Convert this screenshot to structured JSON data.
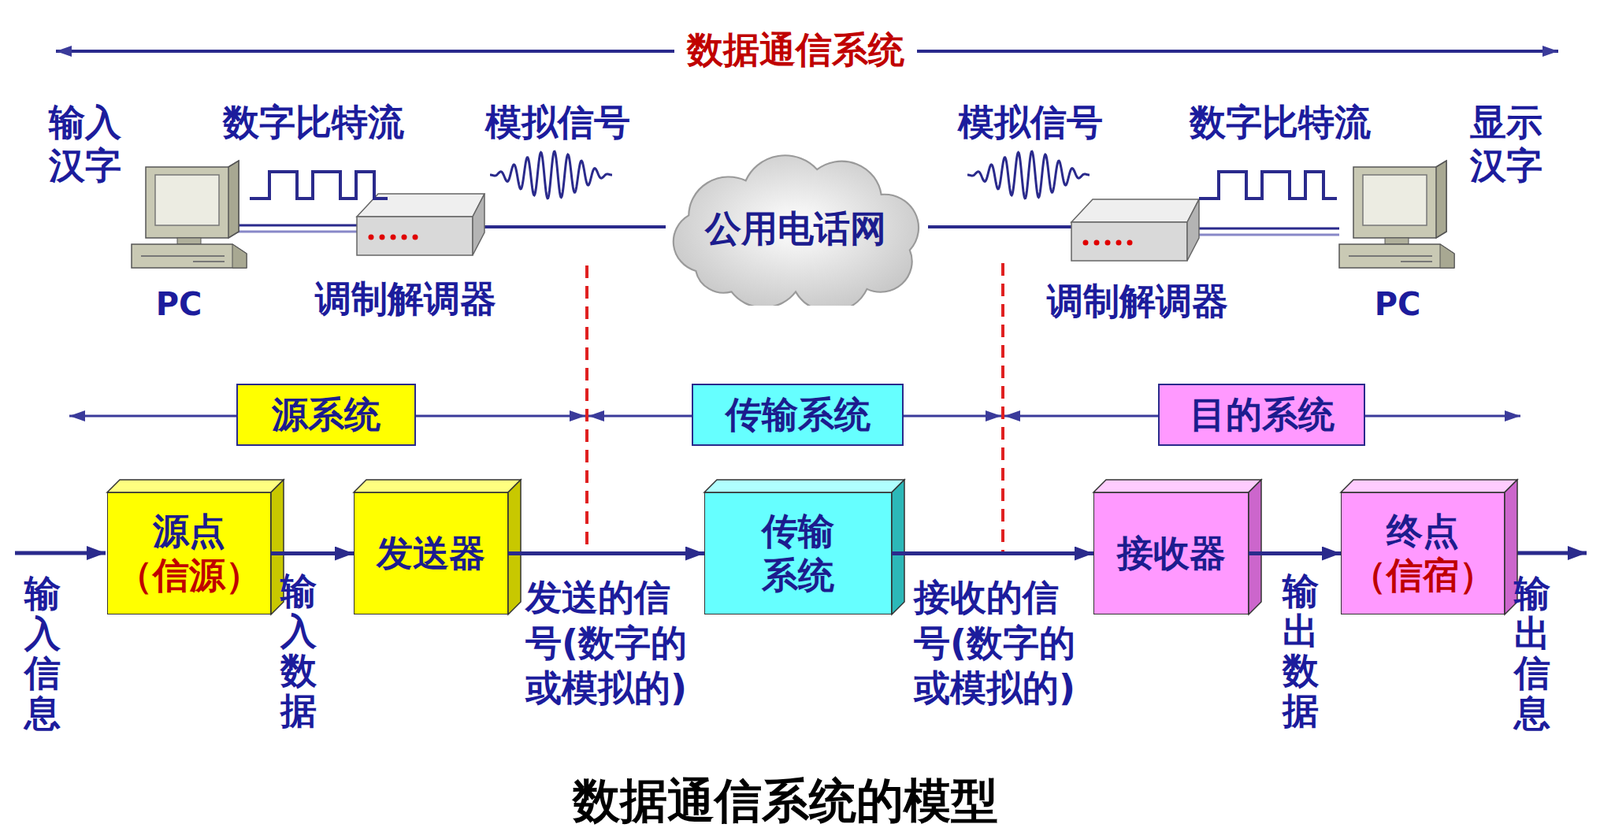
{
  "diagram": {
    "title": "数据通信系统",
    "caption": "数据通信系统的模型",
    "nodes": [
      {
        "text": [
          "公用电话网"
        ]
      },
      {
        "text": [
          "源系统"
        ]
      },
      {
        "text": [
          "传输系统"
        ]
      },
      {
        "text": [
          "目的系统"
        ]
      },
      {
        "text": [
          "源点",
          "（信源）"
        ]
      },
      {
        "text": [
          "发送器"
        ]
      },
      {
        "text": [
          "传输系统"
        ]
      },
      {
        "text": [
          "接收器"
        ]
      },
      {
        "text": [
          "终点",
          "（信宿）"
        ]
      }
    ],
    "edges": [
      {
        "from": 4,
        "to": 5,
        "arrow": "to",
        "label": "输入数据"
      },
      {
        "from": 5,
        "to": 6,
        "arrow": "to",
        "label": "发送的信号(数字的或模拟的)"
      },
      {
        "from": 6,
        "to": 7,
        "arrow": "to",
        "label": "接收的信号(数字的或模拟的)"
      },
      {
        "from": 7,
        "to": 8,
        "arrow": "to",
        "label": "输出数据"
      }
    ],
    "labels": [
      "输入汉字",
      "数字比特流",
      "模拟信号",
      "模拟信号",
      "数字比特流",
      "显示汉字",
      "PC",
      "调制解调器",
      "调制解调器",
      "PC",
      "输入信息",
      "输出信息"
    ]
  }
}
